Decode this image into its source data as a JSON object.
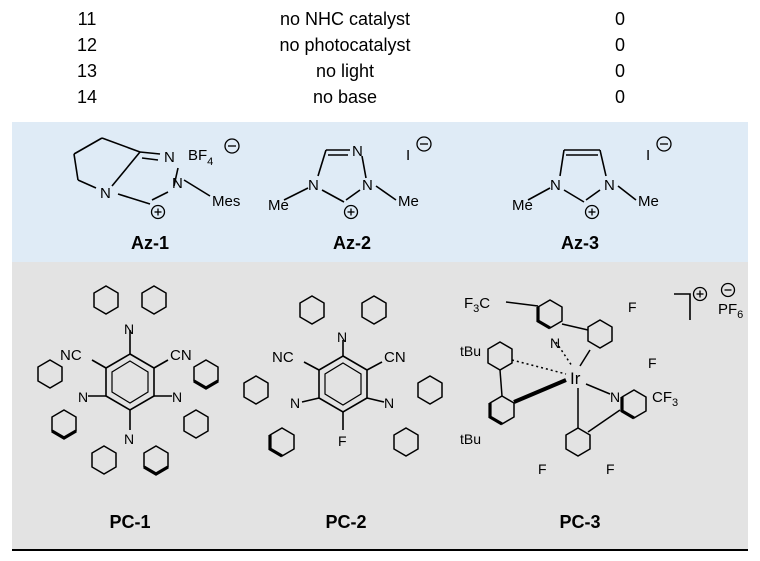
{
  "table": {
    "rows": [
      {
        "entry": "11",
        "condition": "no NHC catalyst",
        "yield": "0"
      },
      {
        "entry": "12",
        "condition": "no photocatalyst",
        "yield": "0"
      },
      {
        "entry": "13",
        "condition": "no light",
        "yield": "0"
      },
      {
        "entry": "14",
        "condition": "no base",
        "yield": "0"
      }
    ]
  },
  "azolium": {
    "az1": {
      "label": "Az-1",
      "counterion": "BF",
      "counterion_sub": "4",
      "n1": "N",
      "n2": "N",
      "n3": "N",
      "substituent": "Mes"
    },
    "az2": {
      "label": "Az-2",
      "counterion": "I",
      "n1": "N",
      "n2": "N",
      "n3": "N",
      "me_left": "Me",
      "me_right": "Me"
    },
    "az3": {
      "label": "Az-3",
      "counterion": "I",
      "n1": "N",
      "n2": "N",
      "me_left": "Me",
      "me_right": "Me"
    }
  },
  "photocatalysts": {
    "pc1": {
      "label": "PC-1",
      "cn_left": "NC",
      "cn_right": "CN",
      "n_atom": "N"
    },
    "pc2": {
      "label": "PC-2",
      "cn_left": "NC",
      "cn_right": "CN",
      "n_atom": "N",
      "f_atom": "F"
    },
    "pc3": {
      "label": "PC-3",
      "metal": "Ir",
      "n_atom": "N",
      "f_atom": "F",
      "tbu": "tBu",
      "cf3_left": "F",
      "cf3_left_sub": "3",
      "cf3_left_tail": "C",
      "cf3_right_head": "CF",
      "cf3_right_sub": "3",
      "counterion": "PF",
      "counterion_sub": "6"
    }
  }
}
